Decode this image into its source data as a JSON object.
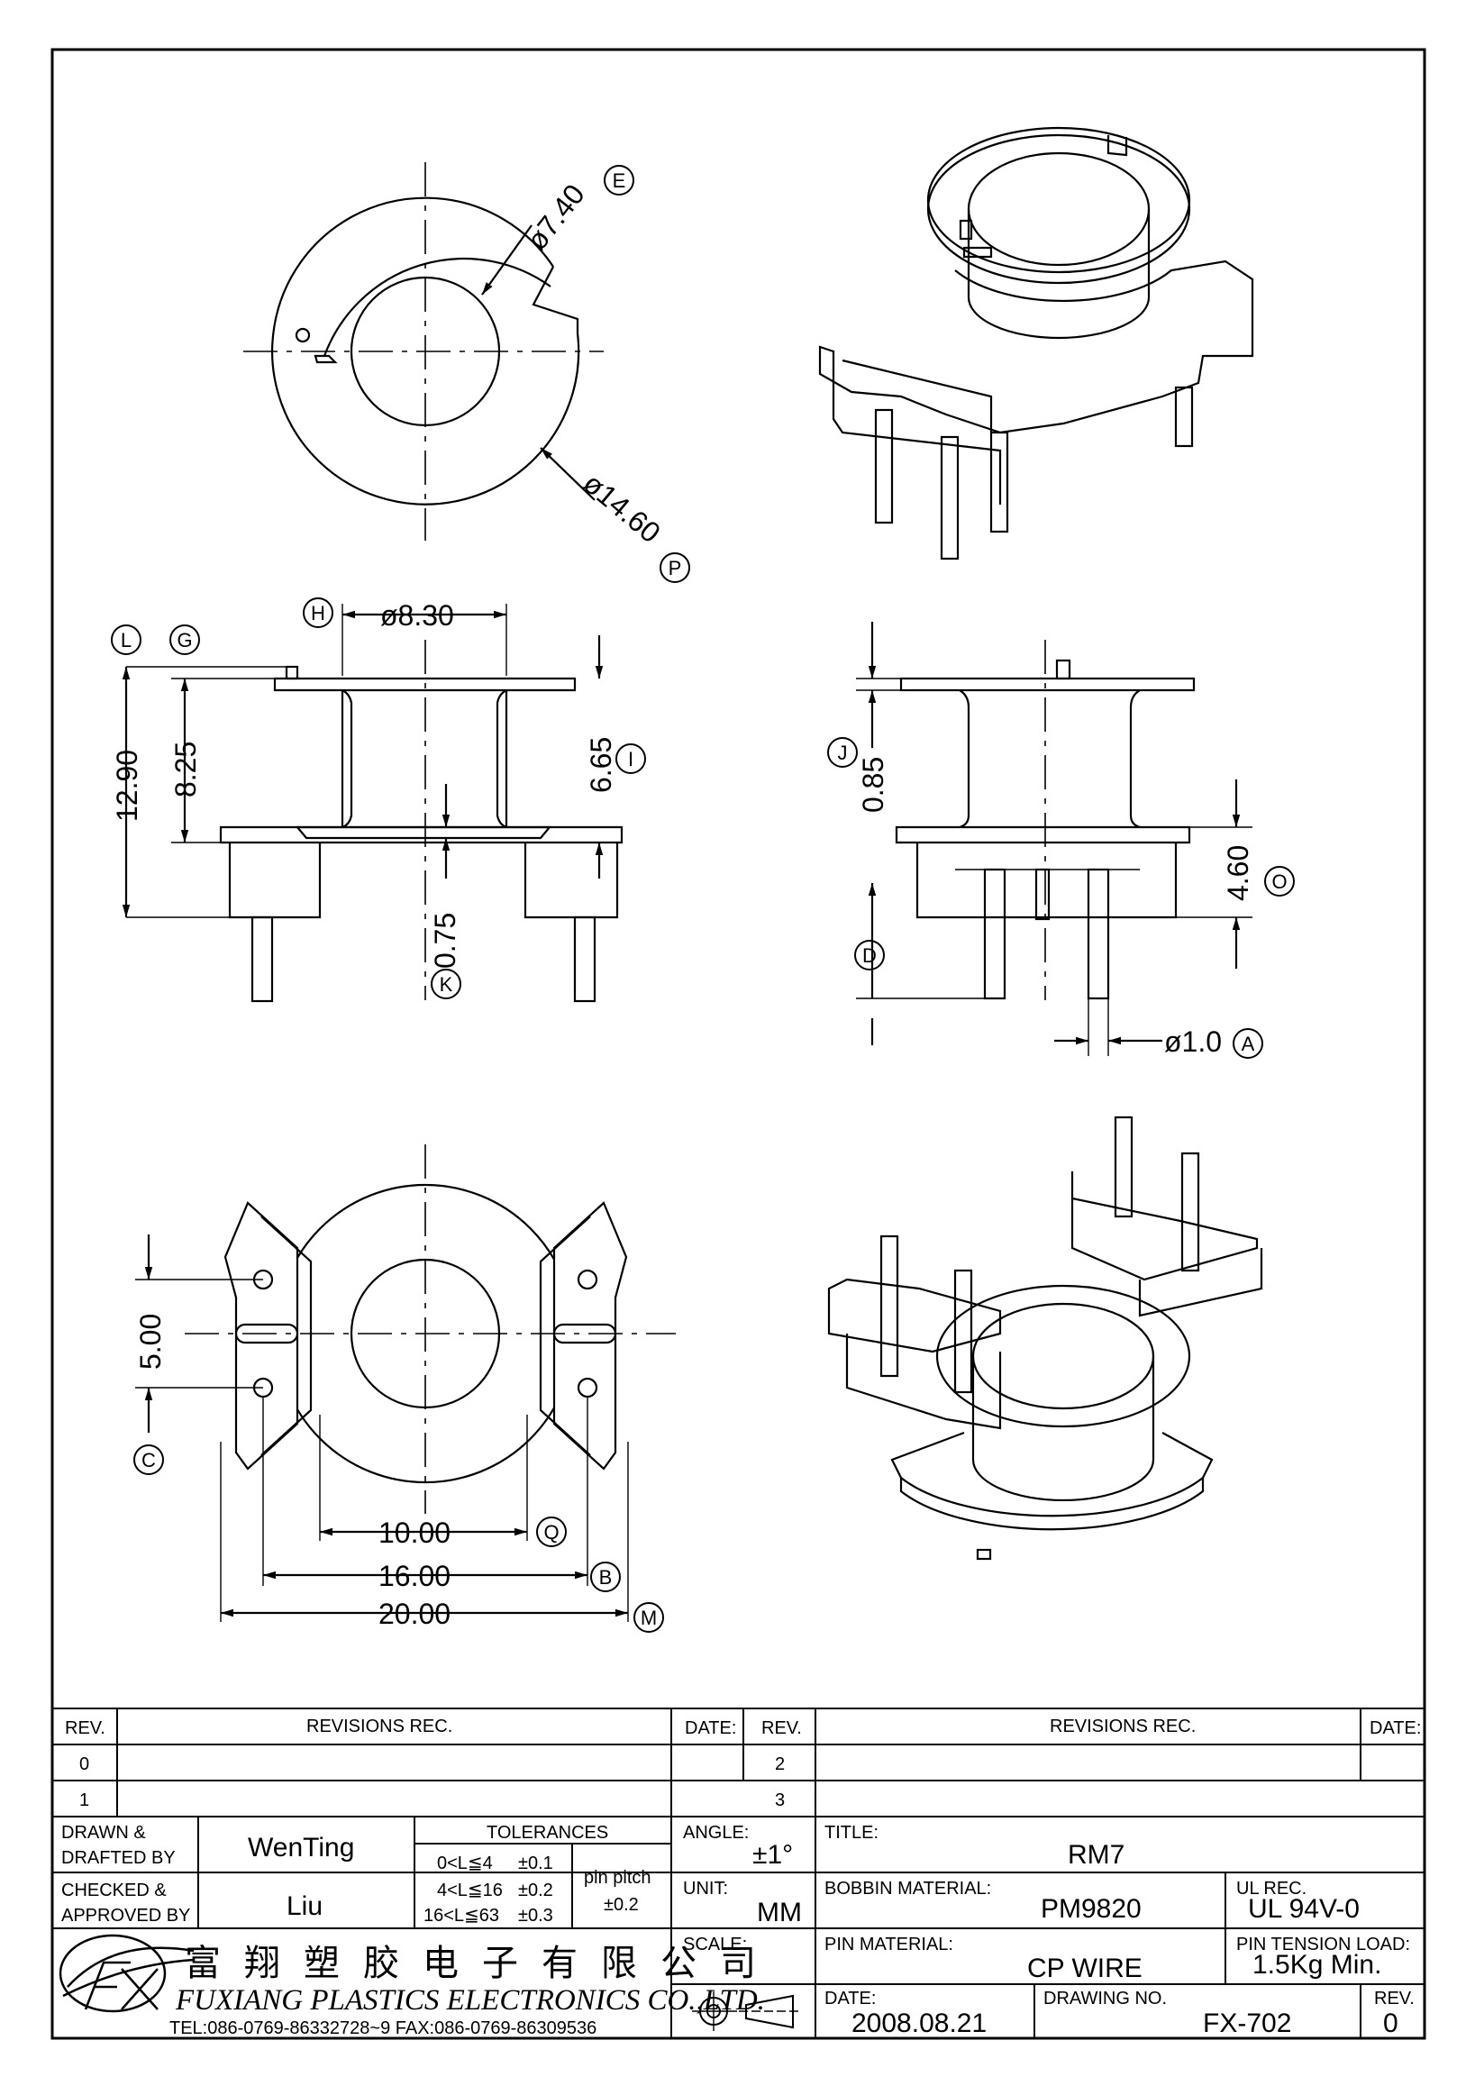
{
  "dims": {
    "d740": "ø7.40",
    "d1460": "ø14.60",
    "d830": "ø8.30",
    "d1290": "12.90",
    "d825": "8.25",
    "d665": "6.65",
    "d075": "0.75",
    "d085": "0.85",
    "d460": "4.60",
    "d10": "ø1.0",
    "d500": "5.00",
    "d1000": "10.00",
    "d1600": "16.00",
    "d2000": "20.00"
  },
  "markers": {
    "E": "E",
    "P": "P",
    "H": "H",
    "L": "L",
    "G": "G",
    "I": "I",
    "K": "K",
    "J": "J",
    "O": "O",
    "D": "D",
    "A": "A",
    "C": "C",
    "Q": "Q",
    "B": "B",
    "M": "M"
  },
  "revisions": {
    "rev_header": "REV.",
    "rec_header": "REVISIONS   REC.",
    "date_header": "DATE:",
    "left_revs": [
      "0",
      "1"
    ],
    "right_revs": [
      "2",
      "3"
    ]
  },
  "title_block": {
    "drawn_label_1": "DRAWN  &",
    "drawn_label_2": "DRAFTED  BY",
    "drawn_by": "WenTing",
    "checked_label_1": "CHECKED  &",
    "checked_label_2": "APPROVED  BY",
    "checked_by": "Liu",
    "tolerances_label": "TOLERANCES",
    "tol_rows": [
      {
        "range": "0<L≦4",
        "tol": "±0.1"
      },
      {
        "range": "4<L≦16",
        "tol": "±0.2"
      },
      {
        "range": "16<L≦63",
        "tol": "±0.3"
      }
    ],
    "pin_pitch_label": "pin pitch",
    "pin_pitch_tol": "±0.2",
    "angle_label": "ANGLE:",
    "angle_value": "±1°",
    "unit_label": "UNIT:",
    "unit_value": "MM",
    "scale_label": "SCALE:",
    "title_label": "TITLE:",
    "title_value": "RM7",
    "bobbin_label": "BOBBIN  MATERIAL:",
    "bobbin_value": "PM9820",
    "ul_label": "UL  REC.",
    "ul_value": "UL  94V-0",
    "pin_label": "PIN  MATERIAL:",
    "pin_value": "CP  WIRE",
    "tension_label": "PIN  TENSION  LOAD:",
    "tension_value": "1.5Kg  Min.",
    "date_label": "DATE:",
    "date_value": "2008.08.21",
    "drawing_label": "DRAWING  NO.",
    "drawing_value": "FX-702",
    "rev_label": "REV.",
    "rev_value": "0"
  },
  "company": {
    "cn_name": "富翔塑胶电子有限公司",
    "en_name": "FUXIANG PLASTICS ELECTRONICS CO.,LTD.",
    "contact": "TEL:086-0769-86332728~9   FAX:086-0769-86309536",
    "logo_text": "FX"
  }
}
